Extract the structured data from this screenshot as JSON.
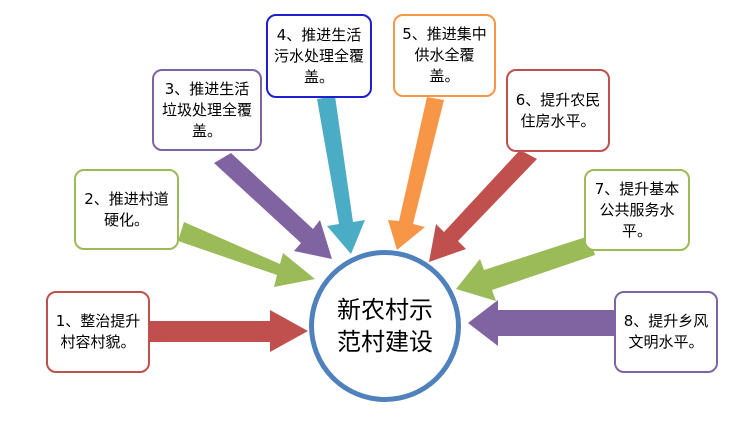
{
  "center": {
    "label": "新农村示范村建设",
    "border_color": "#4f81bd"
  },
  "items": [
    {
      "label": "1、整治提升村容村貌。",
      "color": "#c0504d"
    },
    {
      "label": "2、推进村道硬化。",
      "color": "#9bbb59"
    },
    {
      "label": "3、推进生活垃圾处理全覆盖。",
      "color": "#8064a2"
    },
    {
      "label": "4、推进生活污水处理全覆盖。",
      "color": "#4bacc6",
      "border_color": "#1f1fd0"
    },
    {
      "label": "5、推进集中供水全覆盖。",
      "color": "#f79646"
    },
    {
      "label": "6、提升农民住房水平。",
      "color": "#c0504d"
    },
    {
      "label": "7、提升基本公共服务水平。",
      "color": "#9bbb59"
    },
    {
      "label": "8、提升乡风文明水平。",
      "color": "#8064a2"
    }
  ]
}
